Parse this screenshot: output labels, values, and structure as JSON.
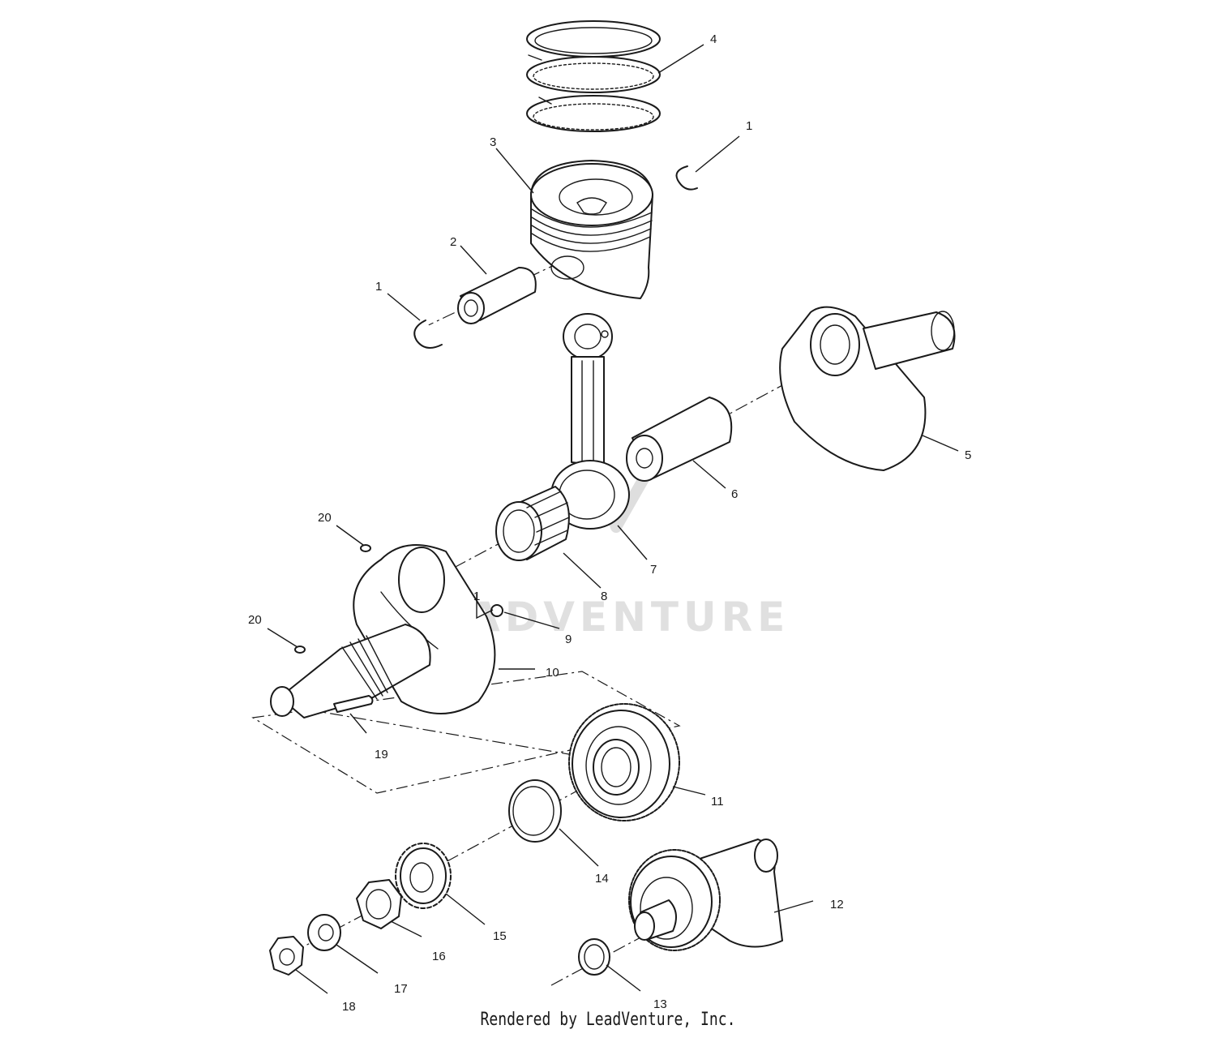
{
  "callouts": {
    "c1_top": "1",
    "c1_left": "1",
    "c2": "2",
    "c3": "3",
    "c4": "4",
    "c5": "5",
    "c6": "6",
    "c7": "7",
    "c8": "8",
    "c9": "9",
    "c10": "10",
    "c11": "11",
    "c12": "12",
    "c13": "13",
    "c14": "14",
    "c15": "15",
    "c16": "16",
    "c17": "17",
    "c18": "18",
    "c19": "19",
    "c20_top": "20",
    "c20_left": "20",
    "c1_bracket": "1"
  },
  "watermark": "LEADVENTURE",
  "footer": "Rendered by LeadVenture, Inc."
}
